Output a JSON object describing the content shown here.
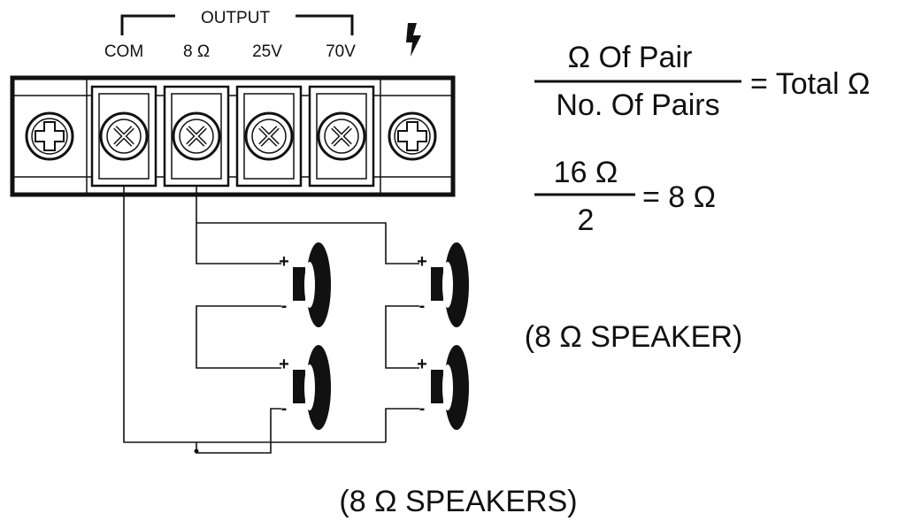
{
  "terminal_block": {
    "group_label": "OUTPUT",
    "terminals": [
      "COM",
      "8 Ω",
      "25V",
      "70V"
    ],
    "ground_icon": "lightning-bolt-icon"
  },
  "formula": {
    "numerator": "Ω Of Pair",
    "denominator": "No. Of Pairs",
    "result": "= Total Ω"
  },
  "example": {
    "numerator": "16 Ω",
    "denominator": "2",
    "result": "= 8 Ω"
  },
  "speaker_polarity": {
    "plus": "+",
    "minus": "-"
  },
  "labels": {
    "speaker": "(8 Ω SPEAKER)",
    "speakers": "(8 Ω SPEAKERS)"
  }
}
